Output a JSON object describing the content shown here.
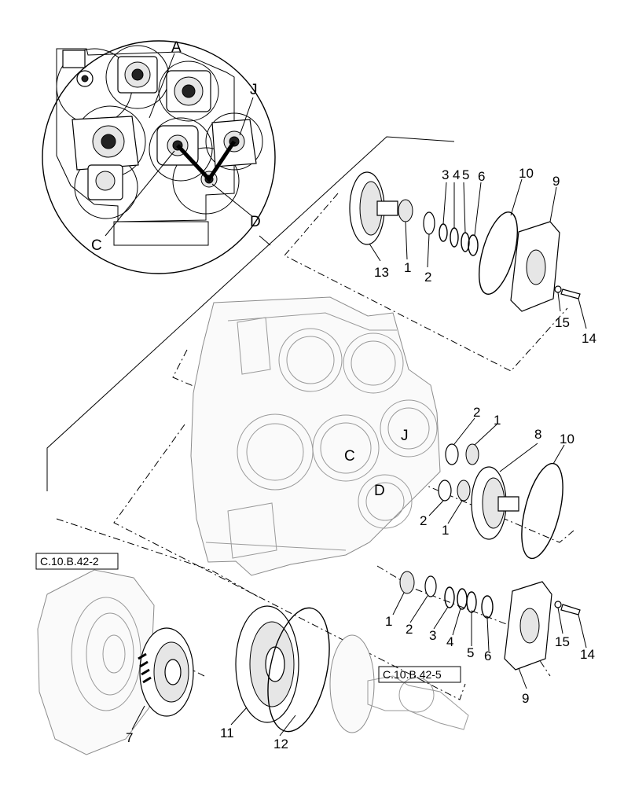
{
  "inset_labels": {
    "a": "A",
    "j": "J",
    "c": "C",
    "d": "D"
  },
  "housing_labels": {
    "j": "J",
    "c": "C",
    "d": "D"
  },
  "part_numbers": {
    "p1_top": "1",
    "p2_top": "2",
    "p3_top": "3",
    "p4_top": "4",
    "p5_top": "5",
    "p6_top": "6",
    "p9_top": "9",
    "p10_top": "10",
    "p13_top": "13",
    "p14_top": "14",
    "p15_top": "15",
    "p2_mid_upper": "2",
    "p1_mid_upper": "1",
    "p8_mid": "8",
    "p10_mid": "10",
    "p2_mid_lower": "2",
    "p1_mid_lower": "1",
    "p1_bot": "1",
    "p2_bot": "2",
    "p3_bot": "3",
    "p4_bot": "4",
    "p5_bot": "5",
    "p6_bot": "6",
    "p9_bot": "9",
    "p15_bot": "15",
    "p14_bot": "14",
    "p7": "7",
    "p11": "11",
    "p12": "12"
  },
  "references": {
    "ref_left": "C.10.B.42-2",
    "ref_right": "C.10.B.42-5"
  }
}
